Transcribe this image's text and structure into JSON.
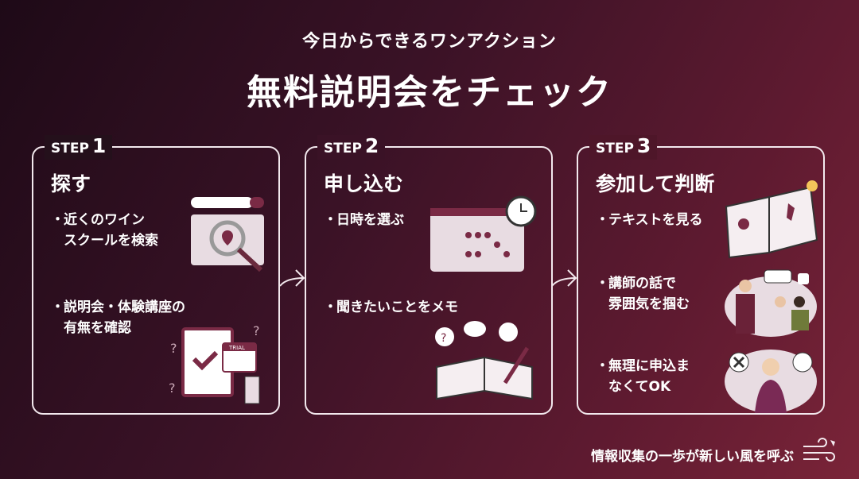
{
  "header": {
    "subtitle": "今日からできるワンアクション",
    "title": "無料説明会をチェック"
  },
  "steps": [
    {
      "label": "STEP",
      "num": "1",
      "title": "探す",
      "items": [
        {
          "line1": "近くのワイン",
          "line2": "スクールを検索"
        },
        {
          "line1": "説明会・体験講座の",
          "line2": "有無を確認"
        }
      ],
      "badge": "TRIAL"
    },
    {
      "label": "STEP",
      "num": "2",
      "title": "申し込む",
      "items": [
        {
          "line1": "日時を選ぶ",
          "line2": ""
        },
        {
          "line1": "聞きたいことをメモ",
          "line2": ""
        }
      ]
    },
    {
      "label": "STEP",
      "num": "3",
      "title": "参加して判断",
      "items": [
        {
          "line1": "テキストを見る",
          "line2": ""
        },
        {
          "line1": "講師の話で",
          "line2": "雰囲気を掴む"
        },
        {
          "line1": "無理に申込ま",
          "line2": "なくてOK"
        }
      ]
    }
  ],
  "bullet": "・",
  "footer": "情報収集の一歩が新しい風を呼ぶ",
  "colors": {
    "accent": "#7a2a45",
    "light": "#e8dce2"
  }
}
